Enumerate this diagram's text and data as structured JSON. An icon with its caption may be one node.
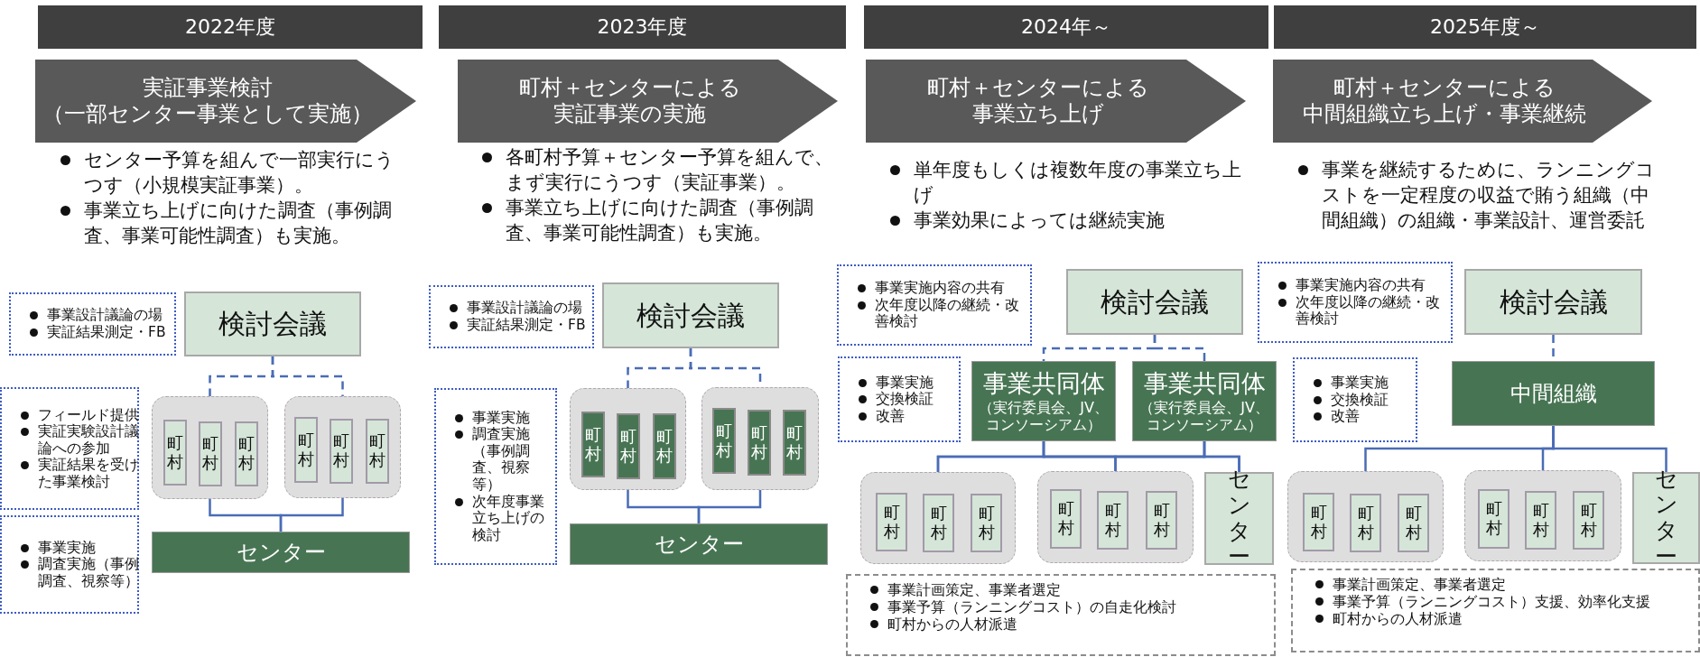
{
  "diagram": {
    "nodes": [
      {
        "text": [
          "2022年度"
        ]
      },
      {
        "text": [
          "実証事業検討",
          "（一部センター事業として実施）"
        ]
      },
      {
        "text": [
          "事業設計議論の場",
          "実証結果測定・FB"
        ]
      },
      {
        "text": [
          "検討会議"
        ]
      },
      {
        "text": [
          "フィールド提供",
          "実証実験設計議論への参加",
          "実証結果を受けた事業検討"
        ]
      },
      {
        "text": [],
        "shape": "box"
      },
      {
        "text": [
          "町村"
        ],
        "in": 5
      },
      {
        "text": [
          "町村"
        ],
        "in": 5
      },
      {
        "text": [
          "町村"
        ],
        "in": 5
      },
      {
        "text": [],
        "shape": "box"
      },
      {
        "text": [
          "町村"
        ],
        "in": 9
      },
      {
        "text": [
          "町村"
        ],
        "in": 9
      },
      {
        "text": [
          "町村"
        ],
        "in": 9
      },
      {
        "text": [
          "事業実施",
          "調査実施（事例調査、視察等）"
        ]
      },
      {
        "text": [
          "センター"
        ]
      },
      {
        "text": [
          "2023年度"
        ]
      },
      {
        "text": [
          "町村＋センターによる",
          "実証事業の実施"
        ]
      },
      {
        "text": [
          "事業設計議論の場",
          "実証結果測定・FB"
        ]
      },
      {
        "text": [
          "検討会議"
        ]
      },
      {
        "text": [
          "事業実施",
          "調査実施（事例調査、視察等）",
          "次年度事業立ち上げの検討"
        ]
      },
      {
        "text": [],
        "shape": "box"
      },
      {
        "text": [
          "町村"
        ],
        "in": 20
      },
      {
        "text": [
          "町村"
        ],
        "in": 20
      },
      {
        "text": [
          "町村"
        ],
        "in": 20
      },
      {
        "text": [],
        "shape": "box"
      },
      {
        "text": [
          "町村"
        ],
        "in": 24
      },
      {
        "text": [
          "町村"
        ],
        "in": 24
      },
      {
        "text": [
          "町村"
        ],
        "in": 24
      },
      {
        "text": [
          "センター"
        ]
      },
      {
        "text": [
          "2024年～"
        ]
      },
      {
        "text": [
          "町村＋センターによる",
          "事業立ち上げ"
        ]
      },
      {
        "text": [
          "事業実施内容の共有",
          "次年度以降の継続・改善検討"
        ]
      },
      {
        "text": [
          "検討会議"
        ]
      },
      {
        "text": [
          "事業実施",
          "交換検証",
          "改善"
        ]
      },
      {
        "text": [
          "事業共同体",
          "（実行委員会、JV、コンソーシアム）"
        ]
      },
      {
        "text": [
          "事業共同体",
          "（実行委員会、JV、コンソーシアム）"
        ]
      },
      {
        "text": [],
        "shape": "box"
      },
      {
        "text": [
          "町村"
        ],
        "in": 36
      },
      {
        "text": [
          "町村"
        ],
        "in": 36
      },
      {
        "text": [
          "町村"
        ],
        "in": 36
      },
      {
        "text": [],
        "shape": "box"
      },
      {
        "text": [
          "町村"
        ],
        "in": 40
      },
      {
        "text": [
          "町村"
        ],
        "in": 40
      },
      {
        "text": [
          "町村"
        ],
        "in": 40
      },
      {
        "text": [
          "センター"
        ]
      },
      {
        "text": [
          "事業計画策定、事業者選定",
          "事業予算（ランニングコスト）の自走化検討",
          "町村からの人材派遣"
        ]
      },
      {
        "text": [
          "2025年度～"
        ]
      },
      {
        "text": [
          "町村＋センターによる",
          "中間組織立ち上げ・事業継続"
        ]
      },
      {
        "text": [
          "事業実施内容の共有",
          "次年度以降の継続・改善検討"
        ]
      },
      {
        "text": [
          "検討会議"
        ]
      },
      {
        "text": [
          "事業実施",
          "交換検証",
          "改善"
        ]
      },
      {
        "text": [
          "中間組織"
        ]
      },
      {
        "text": [],
        "shape": "box"
      },
      {
        "text": [
          "町村"
        ],
        "in": 52
      },
      {
        "text": [
          "町村"
        ],
        "in": 52
      },
      {
        "text": [
          "町村"
        ],
        "in": 52
      },
      {
        "text": [],
        "shape": "box"
      },
      {
        "text": [
          "町村"
        ],
        "in": 56
      },
      {
        "text": [
          "町村"
        ],
        "in": 56
      },
      {
        "text": [
          "町村"
        ],
        "in": 56
      },
      {
        "text": [
          "センター"
        ]
      },
      {
        "text": [
          "事業計画策定、事業者選定",
          "事業予算（ランニングコスト）支援、効率化支援",
          "町村からの人材派遣"
        ]
      }
    ],
    "edges": [
      {
        "from": 3,
        "to": 5,
        "arrow": "none",
        "style": "dashed"
      },
      {
        "from": 3,
        "to": 9,
        "arrow": "none",
        "style": "dashed"
      },
      {
        "from": 5,
        "to": 14,
        "arrow": "none"
      },
      {
        "from": 9,
        "to": 14,
        "arrow": "none"
      },
      {
        "from": 18,
        "to": 20,
        "arrow": "none",
        "style": "dashed"
      },
      {
        "from": 18,
        "to": 24,
        "arrow": "none",
        "style": "dashed"
      },
      {
        "from": 20,
        "to": 28,
        "arrow": "none"
      },
      {
        "from": 24,
        "to": 28,
        "arrow": "none"
      },
      {
        "from": 32,
        "to": 34,
        "arrow": "none",
        "style": "dashed"
      },
      {
        "from": 32,
        "to": 35,
        "arrow": "none",
        "style": "dashed"
      },
      {
        "from": 34,
        "to": 36,
        "arrow": "none"
      },
      {
        "from": 34,
        "to": 40,
        "arrow": "none"
      },
      {
        "from": 34,
        "to": 44,
        "arrow": "none"
      },
      {
        "from": 35,
        "to": 36,
        "arrow": "none"
      },
      {
        "from": 35,
        "to": 40,
        "arrow": "none"
      },
      {
        "from": 35,
        "to": 44,
        "arrow": "none"
      },
      {
        "from": 49,
        "to": 51,
        "arrow": "none",
        "style": "dashed"
      },
      {
        "from": 51,
        "to": 52,
        "arrow": "none"
      },
      {
        "from": 51,
        "to": 56,
        "arrow": "none"
      },
      {
        "from": 51,
        "to": 60,
        "arrow": "none"
      }
    ],
    "labels": [
      "センター予算を組んで一部実行にうつす（小規模実証事業）。",
      "事業立ち上げに向けた調査（事例調査、事業可能性調査）も実施。",
      "各町村予算＋センター予算を組んで、まず実行にうつす（実証事業）。",
      "事業立ち上げに向けた調査（事例調査、事業可能性調査）も実施。",
      "単年度もしくは複数年度の事業立ち上げ",
      "事業効果によっては継続実施",
      "事業を継続するために、ランニングコストを一定程度の収益で賄う組織（中間組織）の組織・事業設計、運営委託"
    ]
  }
}
